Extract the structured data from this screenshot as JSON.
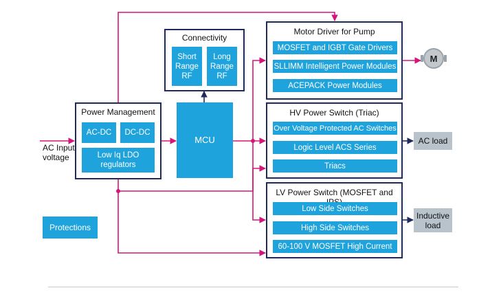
{
  "input": {
    "label_line1": "AC Input",
    "label_line2": "voltage"
  },
  "power_management": {
    "title": "Power Management",
    "acdc": "AC-DC",
    "dcdc": "DC-DC",
    "ldo_line1": "Low Iq LDO",
    "ldo_line2": "regulators"
  },
  "connectivity": {
    "title": "Connectivity",
    "short_line1": "Short",
    "short_line2": "Range",
    "short_line3": "RF",
    "long_line1": "Long",
    "long_line2": "Range",
    "long_line3": "RF"
  },
  "mcu": {
    "label": "MCU"
  },
  "motor_driver": {
    "title": "Motor Driver for Pump",
    "items": [
      "MOSFET and IGBT Gate Drivers",
      "SLLIMM Intelligent Power Modules",
      "ACEPACK Power Modules"
    ]
  },
  "hv_switch": {
    "title": "HV Power Switch (Triac)",
    "items": [
      "Over Voltage Protected AC Switches",
      "Logic Level ACS Series",
      "Triacs"
    ]
  },
  "lv_switch": {
    "title": "LV Power Switch (MOSFET and IPS)",
    "items": [
      "Low Side Switches",
      "High Side Switches",
      "60-100 V MOSFET High Current"
    ]
  },
  "motor": {
    "label": "M",
    "icon": "motor-icon"
  },
  "ac_load": {
    "label": "AC load"
  },
  "inductive_load": {
    "line1": "Inductive",
    "line2": "load"
  },
  "protections": {
    "label": "Protections"
  },
  "colors": {
    "box_border": "#1f2a5a",
    "block_fill": "#1fa3dc",
    "wire": "#d6157a",
    "load_fill": "#b8c3cc"
  }
}
